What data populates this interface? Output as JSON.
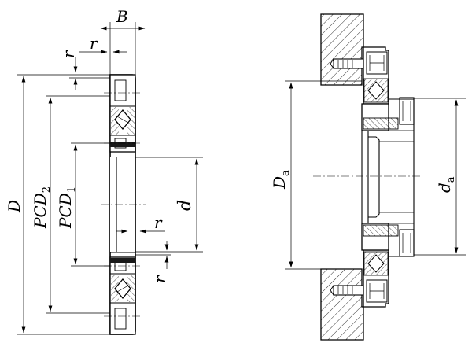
{
  "labels": {
    "B": "B",
    "r_top_horizontal": "r",
    "r_top_vertical": "r",
    "D": "D",
    "PCD": "PCD",
    "PCD2_sub": "2",
    "PCD1_sub": "1",
    "d": "d",
    "r_bottom_horizontal": "r",
    "r_bottom_vertical": "r",
    "Da": "D",
    "Da_sub": "a",
    "da": "d",
    "da_sub": "a"
  }
}
